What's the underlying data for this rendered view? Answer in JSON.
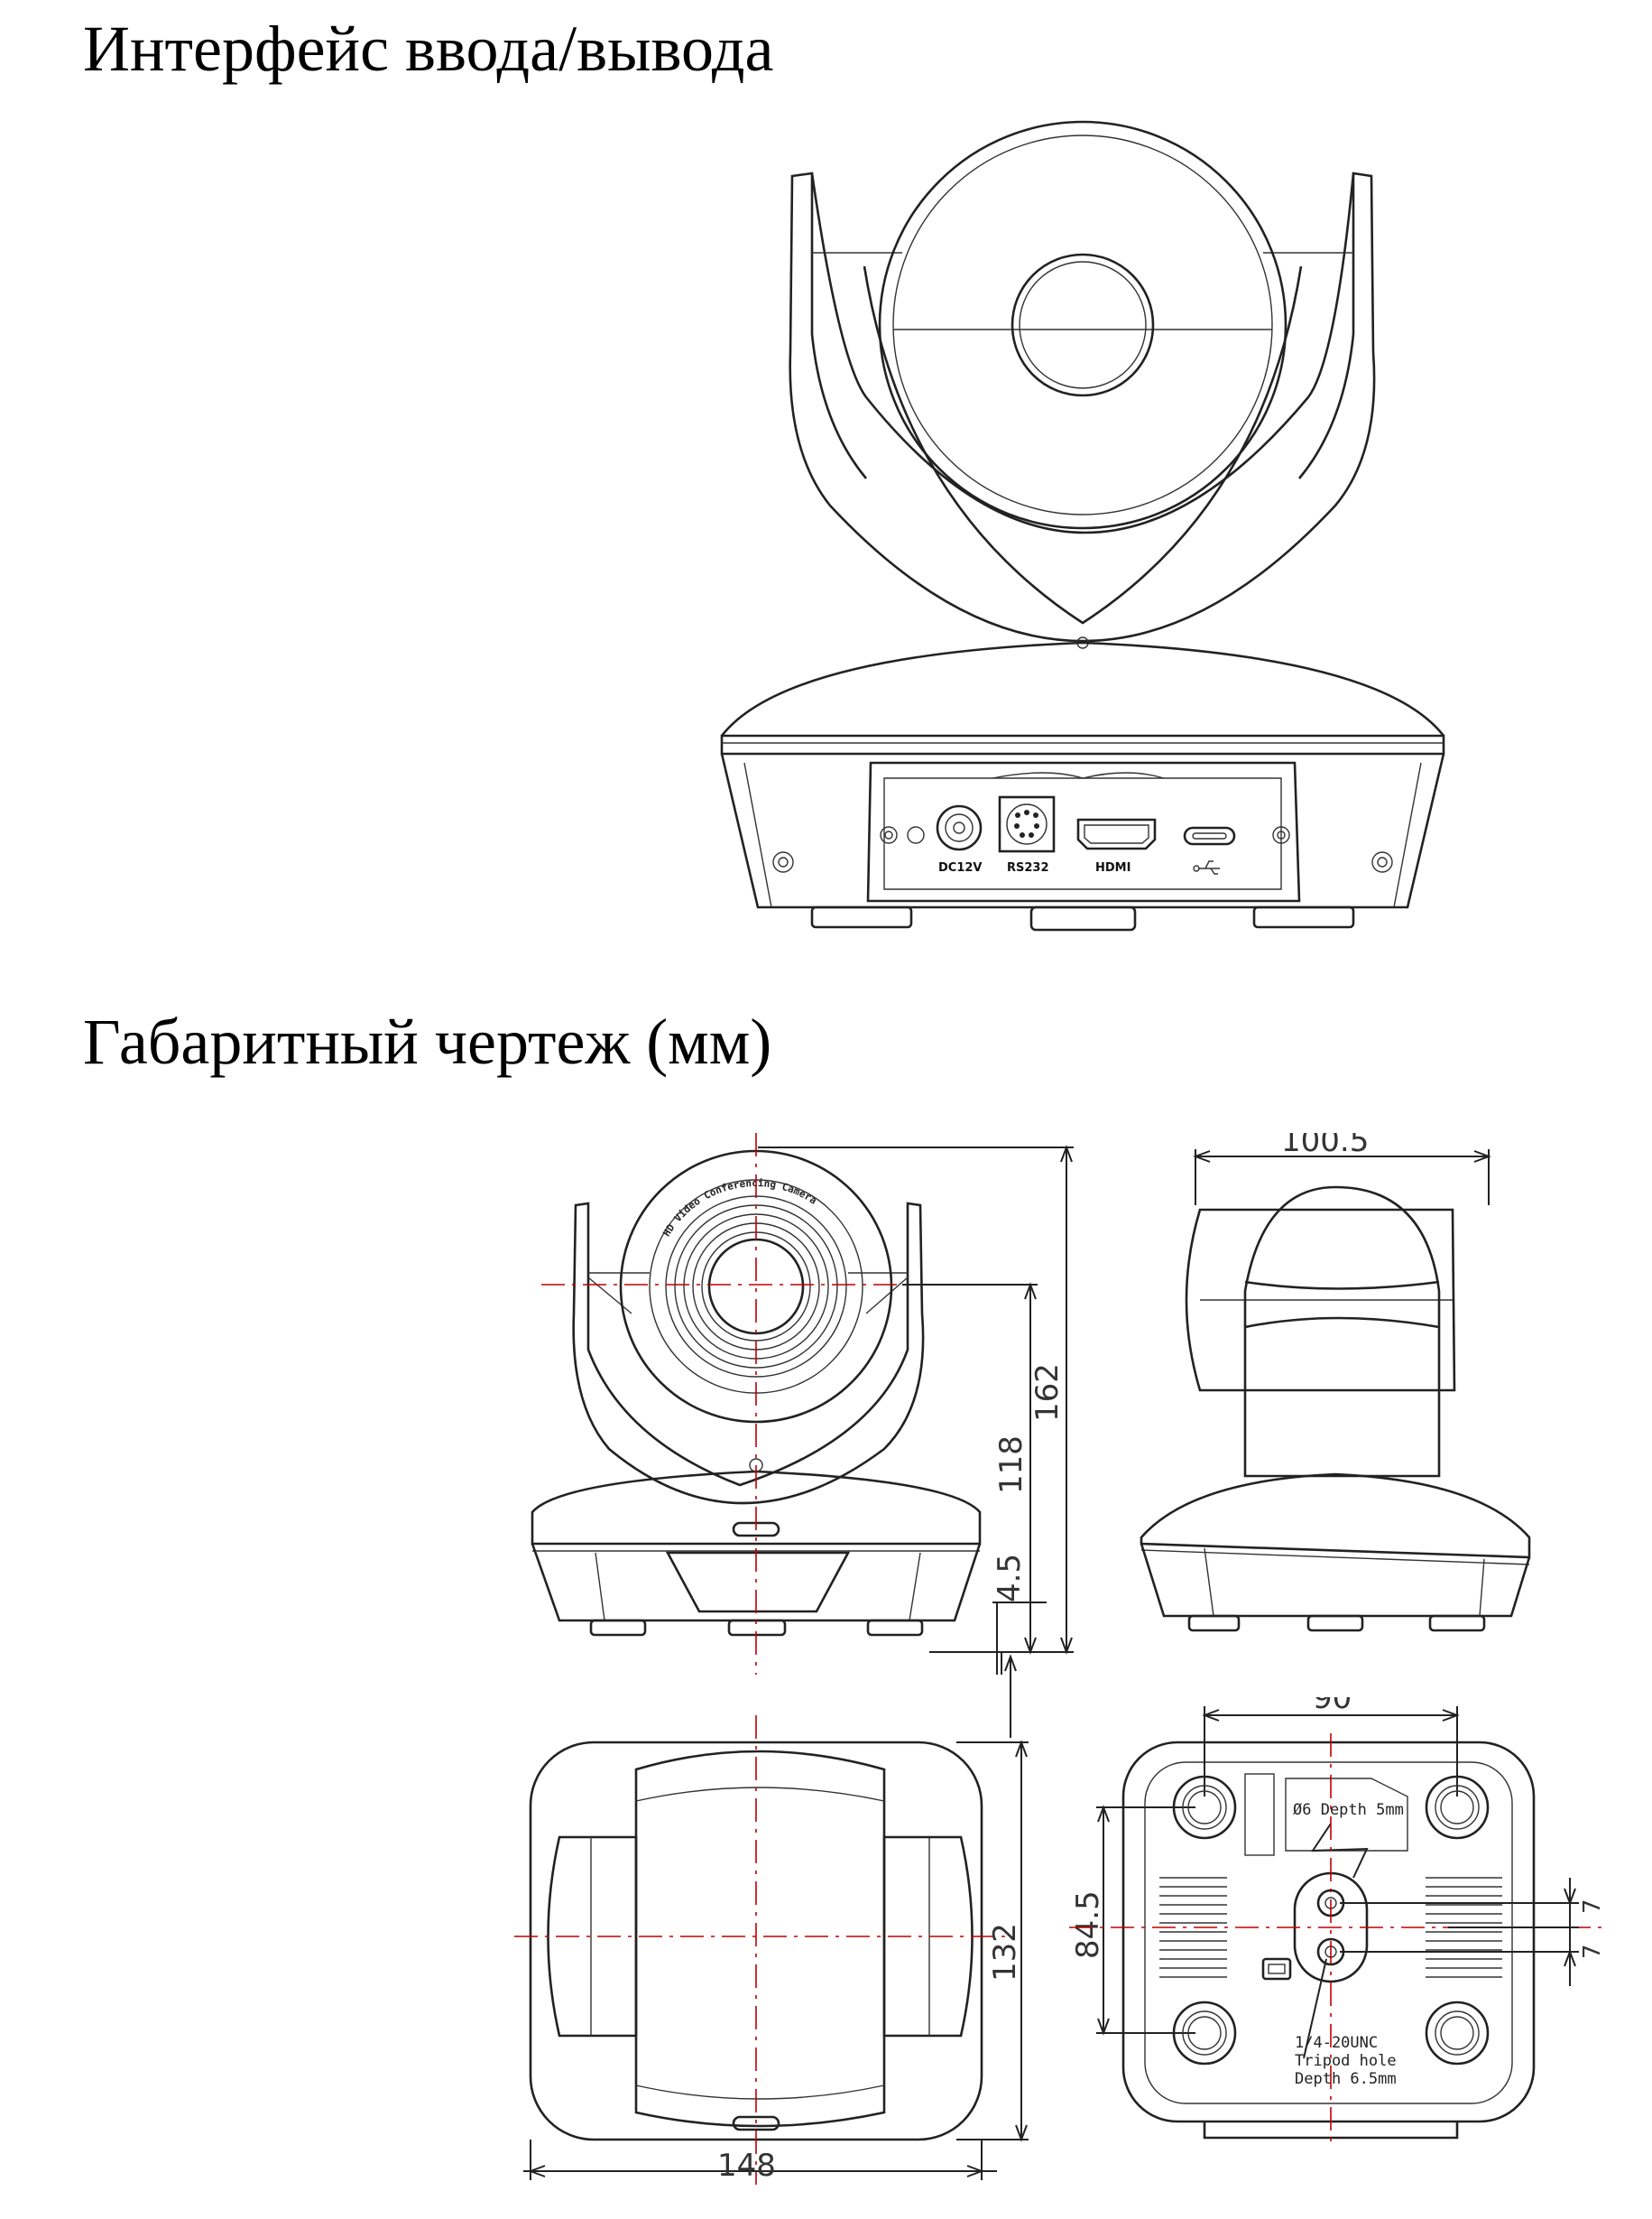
{
  "headings": {
    "io_interface": "Интерфейс ввода/вывода",
    "dimension_drawing": "Габаритный чертеж (мм)"
  },
  "ports": {
    "dc": "DC12V",
    "rs232": "RS232",
    "hdmi": "HDMI"
  },
  "front_view": {
    "lens_text": "HD Video Conferencing Camera",
    "height_total": "162",
    "height_lens": "118",
    "height_base": "4.5"
  },
  "side_view": {
    "depth": "100.5"
  },
  "top_view": {
    "width": "148",
    "depth": "132"
  },
  "bottom_view": {
    "foot_spacing_x": "90",
    "foot_spacing_y": "84.5",
    "hole_note": "Ø6 Depth 5mm",
    "tripod_note_1": "1/4-20UNC",
    "tripod_note_2": "Tripod hole",
    "tripod_note_3": "Depth 6.5mm",
    "offset_1": "7",
    "offset_2": "7"
  }
}
